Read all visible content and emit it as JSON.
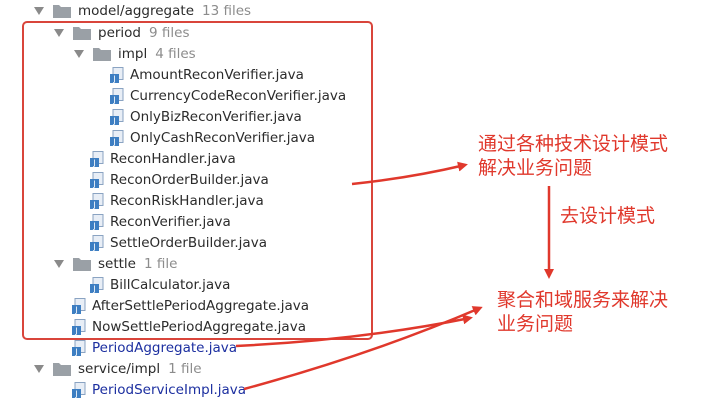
{
  "tree": {
    "model_aggregate": {
      "label": "model/aggregate",
      "count": "13 files"
    },
    "period": {
      "label": "period",
      "count": "9 files"
    },
    "impl": {
      "label": "impl",
      "count": "4 files"
    },
    "impl_files": [
      "AmountReconVerifier.java",
      "CurrencyCodeReconVerifier.java",
      "OnlyBizReconVerifier.java",
      "OnlyCashReconVerifier.java"
    ],
    "period_files": [
      "ReconHandler.java",
      "ReconOrderBuilder.java",
      "ReconRiskHandler.java",
      "ReconVerifier.java",
      "SettleOrderBuilder.java"
    ],
    "settle": {
      "label": "settle",
      "count": "1 file"
    },
    "settle_files": [
      "BillCalculator.java"
    ],
    "aggregate_files": [
      "AfterSettlePeriodAggregate.java",
      "NowSettlePeriodAggregate.java",
      "PeriodAggregate.java"
    ],
    "service_impl": {
      "label": "service/impl",
      "count": "1 file"
    },
    "service_files": [
      "PeriodServiceImpl.java"
    ]
  },
  "annotations": {
    "tech_patterns": [
      "通过各种技术设计模式",
      "解决业务问题"
    ],
    "de_patterns": "去设计模式",
    "aggregate_domain": [
      "聚合和域服务来解决",
      "业务问题"
    ]
  },
  "colors": {
    "annotation_red": "#e0382c",
    "modified_blue": "#1c2fa0",
    "folder_gray": "#9aa0a6",
    "java_file_blue": "#3d7ec2"
  },
  "icons": {
    "folder": "folder-icon",
    "java_file": "java-file-icon",
    "expand": "expand-triangle-icon"
  }
}
